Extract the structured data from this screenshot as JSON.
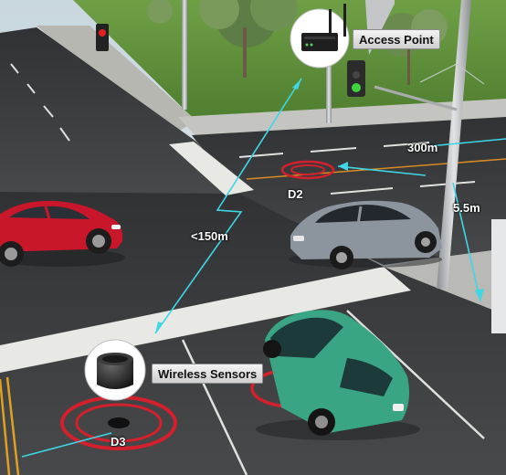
{
  "callouts": {
    "access_point": "Access Point",
    "wireless_sensors": "Wireless Sensors"
  },
  "detectors": {
    "d2": "D2",
    "d3": "D3"
  },
  "distances": {
    "ap_to_sensor": "<150m",
    "detector_spacing": "300m",
    "pole_height": "5.5m"
  },
  "colors": {
    "link_line": "#3fd6e6",
    "detector_ring": "#d4202c",
    "grass": "#5f8f3a",
    "asphalt": "#3a3a3a",
    "red_car": "#c8172a",
    "silver_car": "#8c959d",
    "teal_car": "#3aa585"
  }
}
